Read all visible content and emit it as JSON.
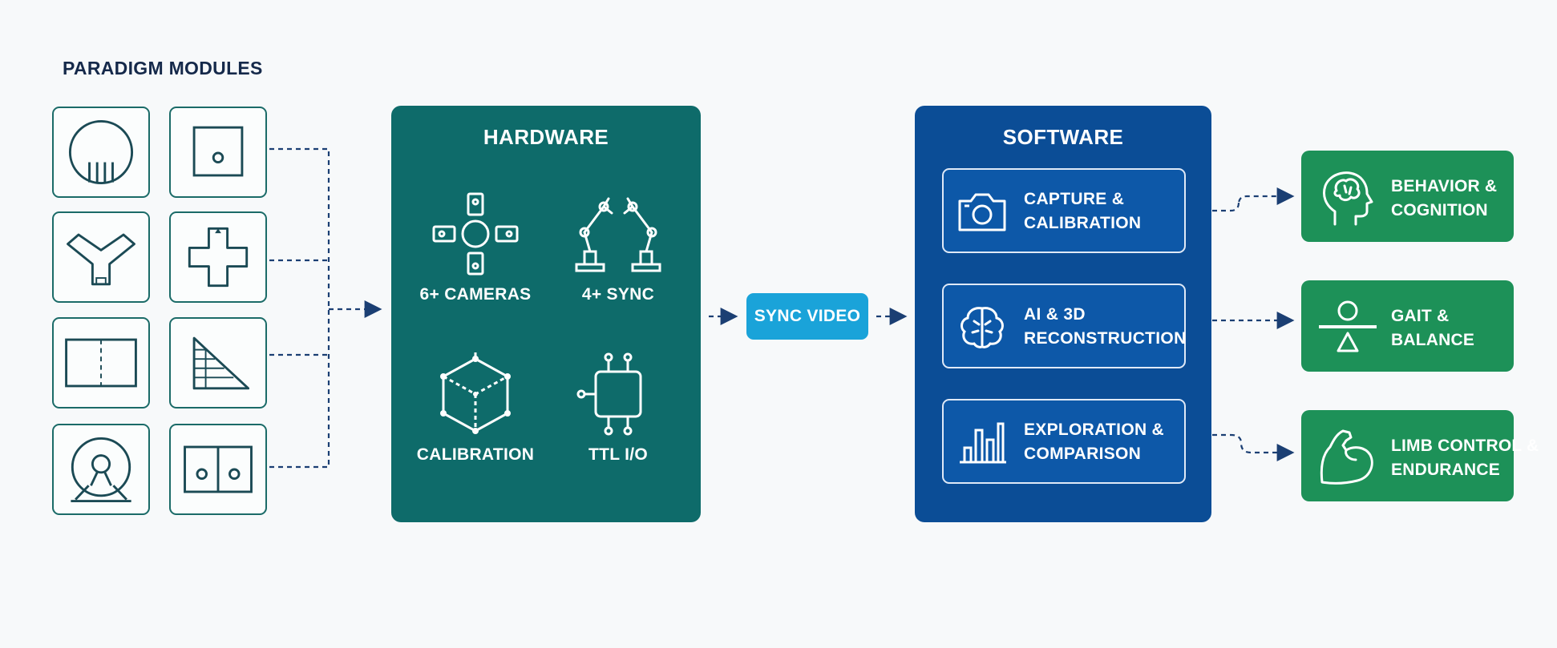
{
  "paradigm": {
    "title": "PARADIGM MODULES",
    "tiles": [
      {
        "icon": "open-field-arena-icon"
      },
      {
        "icon": "square-arena-icon"
      },
      {
        "icon": "y-maze-icon"
      },
      {
        "icon": "plus-maze-icon"
      },
      {
        "icon": "linear-track-icon"
      },
      {
        "icon": "ladder-ramp-icon"
      },
      {
        "icon": "running-wheel-icon"
      },
      {
        "icon": "two-chamber-icon"
      }
    ]
  },
  "hardware": {
    "title": "HARDWARE",
    "items": [
      {
        "label": "6+ CAMERAS",
        "icon": "camera-array-icon"
      },
      {
        "label": "4+ SYNC",
        "icon": "robot-arm-icon"
      },
      {
        "label": "CALIBRATION",
        "icon": "cube-icon"
      },
      {
        "label": "TTL I/O",
        "icon": "chip-icon"
      }
    ]
  },
  "sync": {
    "label": "SYNC VIDEO"
  },
  "software": {
    "title": "SOFTWARE",
    "steps": [
      {
        "line1": "CAPTURE &",
        "line2": "CALIBRATION",
        "icon": "camera-icon"
      },
      {
        "line1": "AI & 3D",
        "line2": "RECONSTRUCTION",
        "icon": "brain-icon"
      },
      {
        "line1": "EXPLORATION &",
        "line2": "COMPARISON",
        "icon": "bar-chart-icon"
      }
    ]
  },
  "outputs": [
    {
      "line1": "BEHAVIOR &",
      "line2": "COGNITION",
      "icon": "head-brain-icon"
    },
    {
      "line1": "GAIT &",
      "line2": "BALANCE",
      "icon": "balance-icon"
    },
    {
      "line1": "LIMB CONTROL &",
      "line2": "ENDURANCE",
      "icon": "flexed-arm-icon"
    }
  ],
  "colors": {
    "hardware_panel": "#0e6b6a",
    "software_panel": "#0b4d96",
    "sync_pill": "#1aa3d9",
    "output_box": "#1d9158",
    "tile_border": "#1b6b68",
    "connector": "#1b3f73"
  }
}
